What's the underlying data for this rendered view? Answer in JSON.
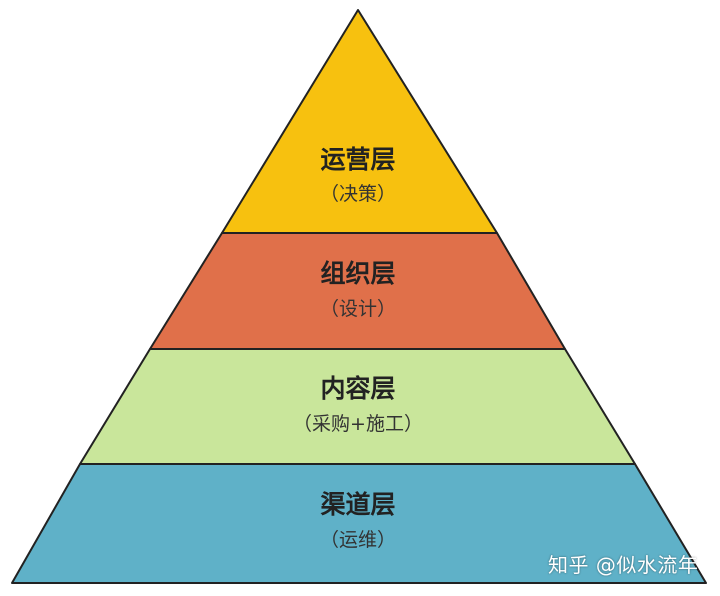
{
  "pyramid": {
    "layers": [
      {
        "title": "运营层",
        "subtitle": "（决策）",
        "color": "#f7c10f"
      },
      {
        "title": "组织层",
        "subtitle": "（设计）",
        "color": "#e0704a"
      },
      {
        "title": "内容层",
        "subtitle": "（采购+施工）",
        "color": "#c9e69b"
      },
      {
        "title": "渠道层",
        "subtitle": "（运维）",
        "color": "#5fb1c8"
      }
    ],
    "outline_color": "#222222"
  },
  "watermark": "知乎 @似水流年"
}
